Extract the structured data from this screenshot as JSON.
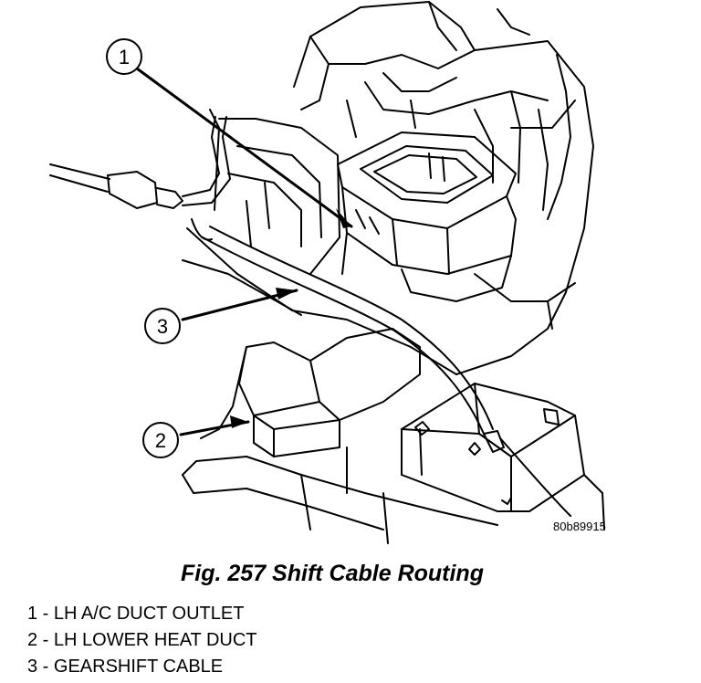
{
  "callouts": [
    {
      "number": "1"
    },
    {
      "number": "3"
    },
    {
      "number": "2"
    }
  ],
  "figure_code": "80b89915",
  "caption": "Fig. 257 Shift Cable Routing",
  "legend": [
    {
      "text": "1 - LH A/C DUCT OUTLET"
    },
    {
      "text": "2 - LH LOWER HEAT DUCT"
    },
    {
      "text": "3 - GEARSHIFT CABLE"
    }
  ]
}
